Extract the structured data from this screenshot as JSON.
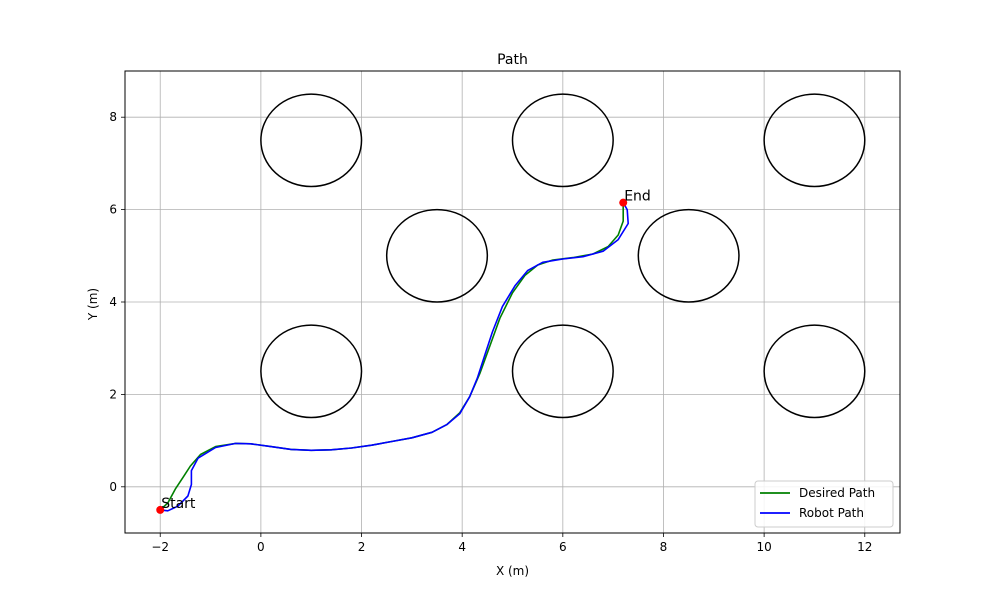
{
  "chart_data": {
    "type": "line",
    "title": "Path",
    "xlabel": "X (m)",
    "ylabel": "Y (m)",
    "xlim": [
      -2.7,
      12.7
    ],
    "ylim": [
      -1.0,
      9.0
    ],
    "xticks": [
      -2,
      0,
      2,
      4,
      6,
      8,
      10,
      12
    ],
    "yticks": [
      0,
      2,
      4,
      6,
      8
    ],
    "grid": true,
    "legend_position": "lower-right",
    "series": [
      {
        "name": "Desired Path",
        "color": "#008000",
        "points": [
          [
            -2.0,
            -0.5
          ],
          [
            -1.85,
            -0.35
          ],
          [
            -1.7,
            -0.05
          ],
          [
            -1.55,
            0.2
          ],
          [
            -1.4,
            0.45
          ],
          [
            -1.2,
            0.7
          ],
          [
            -0.9,
            0.87
          ],
          [
            -0.5,
            0.94
          ],
          [
            -0.2,
            0.93
          ],
          [
            0.2,
            0.87
          ],
          [
            0.6,
            0.81
          ],
          [
            1.0,
            0.79
          ],
          [
            1.4,
            0.8
          ],
          [
            1.8,
            0.84
          ],
          [
            2.2,
            0.9
          ],
          [
            2.6,
            0.98
          ],
          [
            3.0,
            1.06
          ],
          [
            3.4,
            1.18
          ],
          [
            3.7,
            1.35
          ],
          [
            3.95,
            1.6
          ],
          [
            4.15,
            1.95
          ],
          [
            4.35,
            2.45
          ],
          [
            4.55,
            3.05
          ],
          [
            4.75,
            3.65
          ],
          [
            5.0,
            4.2
          ],
          [
            5.25,
            4.58
          ],
          [
            5.5,
            4.8
          ],
          [
            5.8,
            4.91
          ],
          [
            6.2,
            4.96
          ],
          [
            6.6,
            5.04
          ],
          [
            6.9,
            5.2
          ],
          [
            7.1,
            5.45
          ],
          [
            7.2,
            5.75
          ],
          [
            7.2,
            6.15
          ]
        ]
      },
      {
        "name": "Robot Path",
        "color": "#0000ff",
        "points": [
          [
            -2.0,
            -0.5
          ],
          [
            -1.85,
            -0.52
          ],
          [
            -1.65,
            -0.42
          ],
          [
            -1.45,
            -0.2
          ],
          [
            -1.38,
            0.05
          ],
          [
            -1.38,
            0.35
          ],
          [
            -1.25,
            0.62
          ],
          [
            -0.9,
            0.85
          ],
          [
            -0.5,
            0.94
          ],
          [
            -0.2,
            0.93
          ],
          [
            0.2,
            0.87
          ],
          [
            0.6,
            0.81
          ],
          [
            1.0,
            0.79
          ],
          [
            1.4,
            0.8
          ],
          [
            1.8,
            0.84
          ],
          [
            2.2,
            0.9
          ],
          [
            2.6,
            0.98
          ],
          [
            3.0,
            1.06
          ],
          [
            3.4,
            1.18
          ],
          [
            3.7,
            1.35
          ],
          [
            3.95,
            1.58
          ],
          [
            4.15,
            1.95
          ],
          [
            4.3,
            2.35
          ],
          [
            4.45,
            2.85
          ],
          [
            4.6,
            3.35
          ],
          [
            4.8,
            3.9
          ],
          [
            5.05,
            4.35
          ],
          [
            5.3,
            4.68
          ],
          [
            5.6,
            4.86
          ],
          [
            6.0,
            4.93
          ],
          [
            6.4,
            4.98
          ],
          [
            6.8,
            5.1
          ],
          [
            7.1,
            5.35
          ],
          [
            7.3,
            5.7
          ],
          [
            7.28,
            6.0
          ],
          [
            7.2,
            6.15
          ]
        ]
      }
    ],
    "obstacles": [
      {
        "cx": 1.0,
        "cy": 2.5,
        "rx": 1.0,
        "ry": 1.0
      },
      {
        "cx": 6.0,
        "cy": 2.5,
        "rx": 1.0,
        "ry": 1.0
      },
      {
        "cx": 11.0,
        "cy": 2.5,
        "rx": 1.0,
        "ry": 1.0
      },
      {
        "cx": 3.5,
        "cy": 5.0,
        "rx": 1.0,
        "ry": 1.0
      },
      {
        "cx": 8.5,
        "cy": 5.0,
        "rx": 1.0,
        "ry": 1.0
      },
      {
        "cx": 1.0,
        "cy": 7.5,
        "rx": 1.0,
        "ry": 1.0
      },
      {
        "cx": 6.0,
        "cy": 7.5,
        "rx": 1.0,
        "ry": 1.0
      },
      {
        "cx": 11.0,
        "cy": 7.5,
        "rx": 1.0,
        "ry": 1.0
      }
    ],
    "markers": [
      {
        "label": "Start",
        "x": -2.0,
        "y": -0.5,
        "color": "#ff0000"
      },
      {
        "label": "End",
        "x": 7.2,
        "y": 6.15,
        "color": "#ff0000"
      }
    ]
  }
}
